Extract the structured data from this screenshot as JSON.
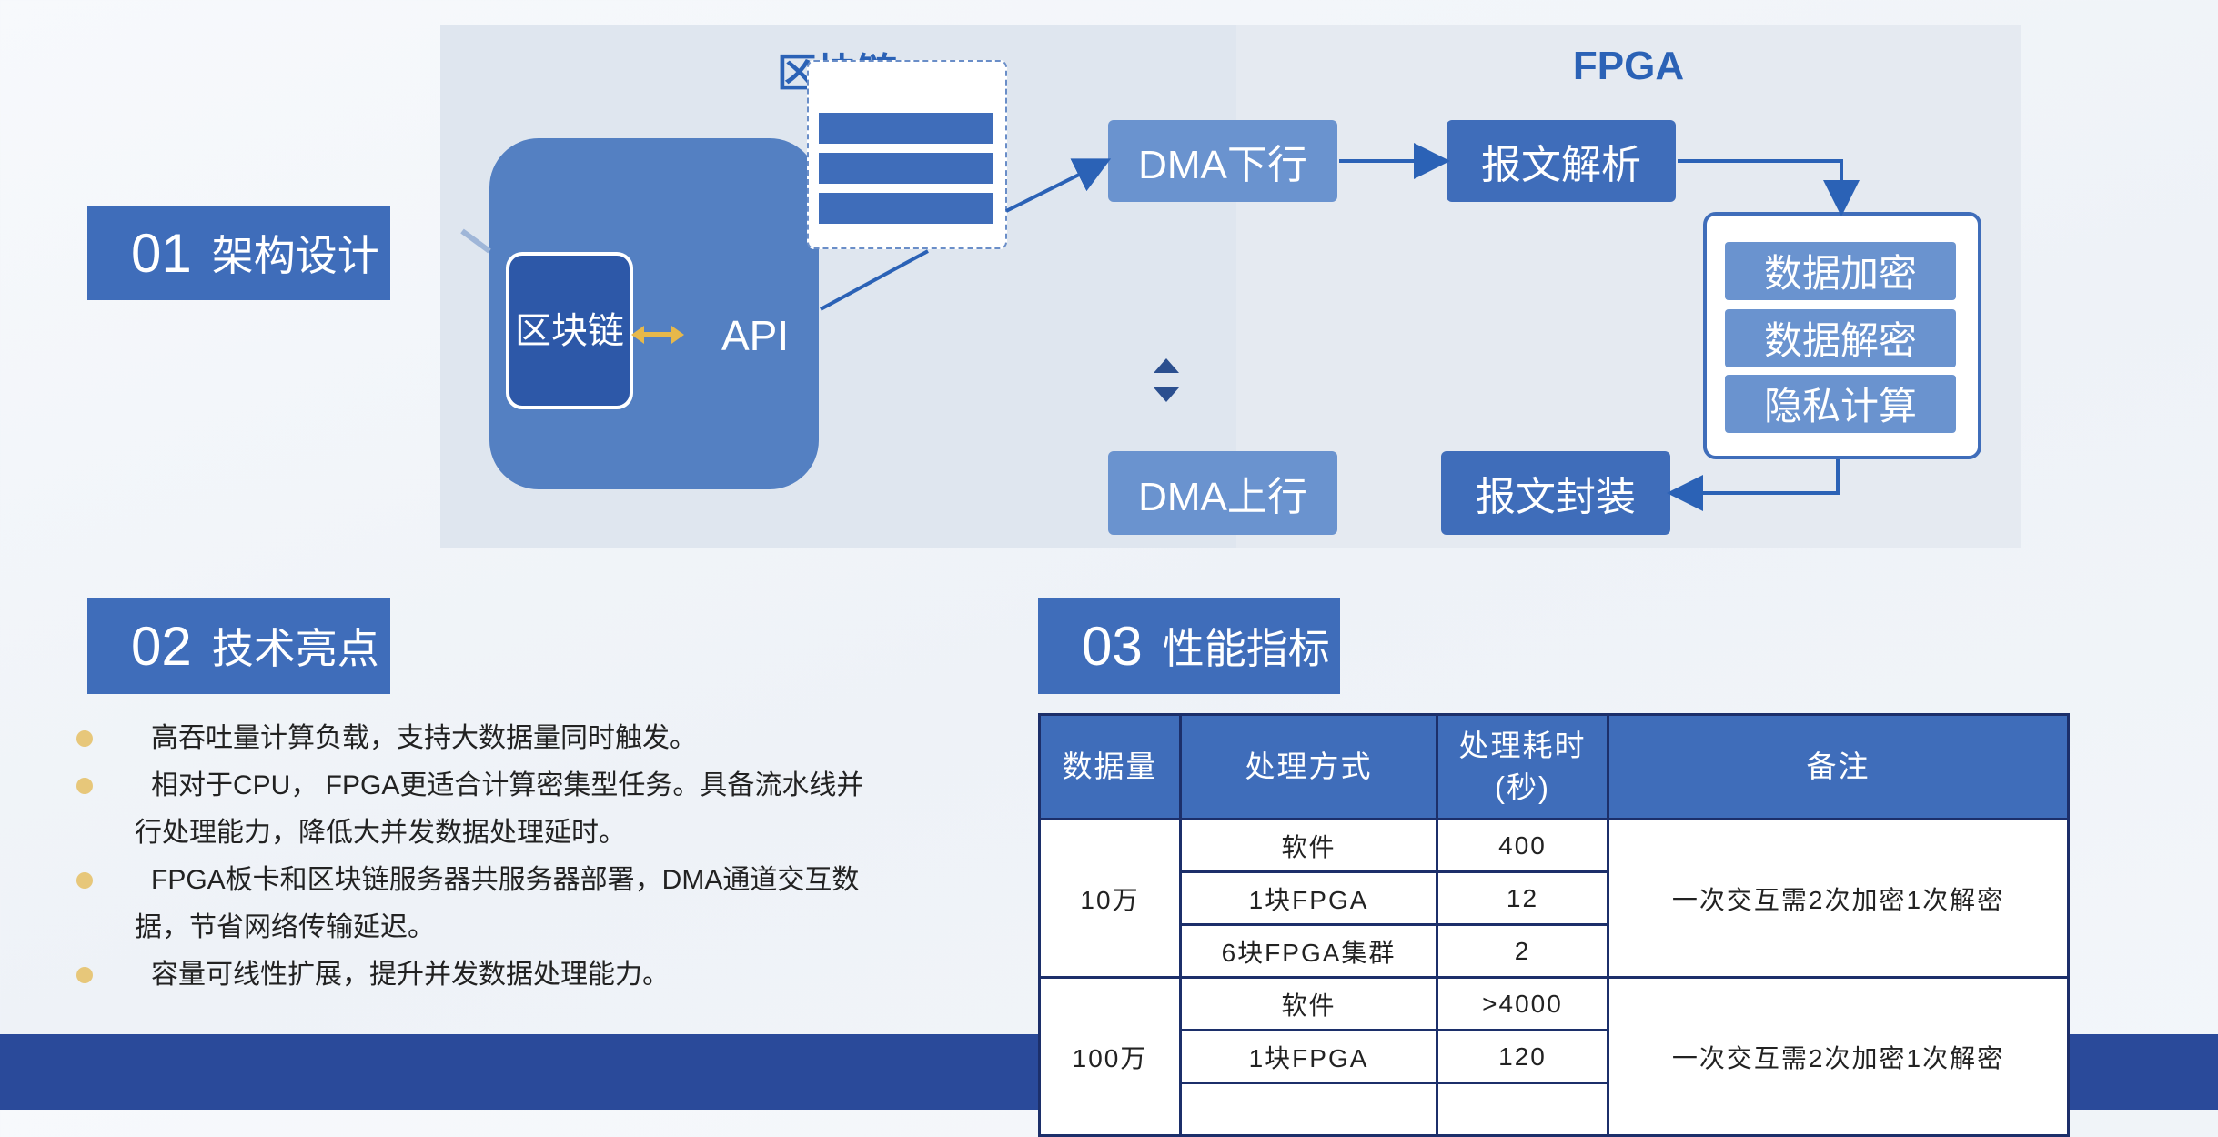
{
  "sections": {
    "arch": {
      "num": "01",
      "label": "架构设计"
    },
    "tech": {
      "num": "02",
      "label": "技术亮点"
    },
    "perf": {
      "num": "03",
      "label": "性能指标"
    }
  },
  "diagram": {
    "blockchain_title": "区块链",
    "fpga_title": "FPGA",
    "chain_node": "区块链",
    "api_label": "API",
    "dma_down": "DMA下行",
    "dma_up": "DMA上行",
    "parse": "报文解析",
    "pack": "报文封装",
    "encrypt": "数据加密",
    "decrypt": "数据解密",
    "privacy": "隐私计算",
    "colors": {
      "primary": "#3f6dba",
      "light": "#6a93cf",
      "panel": "#dfe6ef",
      "accent": "#e7b84a"
    }
  },
  "highlights": [
    {
      "line1": "高吞吐量计算负载，支持大数据量同时触发。",
      "line2": ""
    },
    {
      "line1": "相对于CPU， FPGA更适合计算密集型任务。具备流水线并",
      "line2": "行处理能力，降低大并发数据处理延时。"
    },
    {
      "line1": "FPGA板卡和区块链服务器共服务器部署，DMA通道交互数",
      "line2": "据，节省网络传输延迟。"
    },
    {
      "line1": "容量可线性扩展，提升并发数据处理能力。",
      "line2": ""
    }
  ],
  "table": {
    "headers": {
      "h1": "数据量",
      "h2": "处理方式",
      "h3a": "处理耗时",
      "h3b": "(秒)",
      "h4": "备注"
    },
    "group1": {
      "volume": "10万",
      "note": "一次交互需2次加密1次解密",
      "rows": [
        {
          "method": "软件",
          "time": "400"
        },
        {
          "method": "1块FPGA",
          "time": "12"
        },
        {
          "method": "6块FPGA集群",
          "time": "2"
        }
      ]
    },
    "group2": {
      "volume": "100万",
      "note": "一次交互需2次加密1次解密",
      "rows": [
        {
          "method": "软件",
          "time": ">4000"
        },
        {
          "method": "1块FPGA",
          "time": "120"
        },
        {
          "method": "",
          "time": ""
        }
      ]
    }
  }
}
